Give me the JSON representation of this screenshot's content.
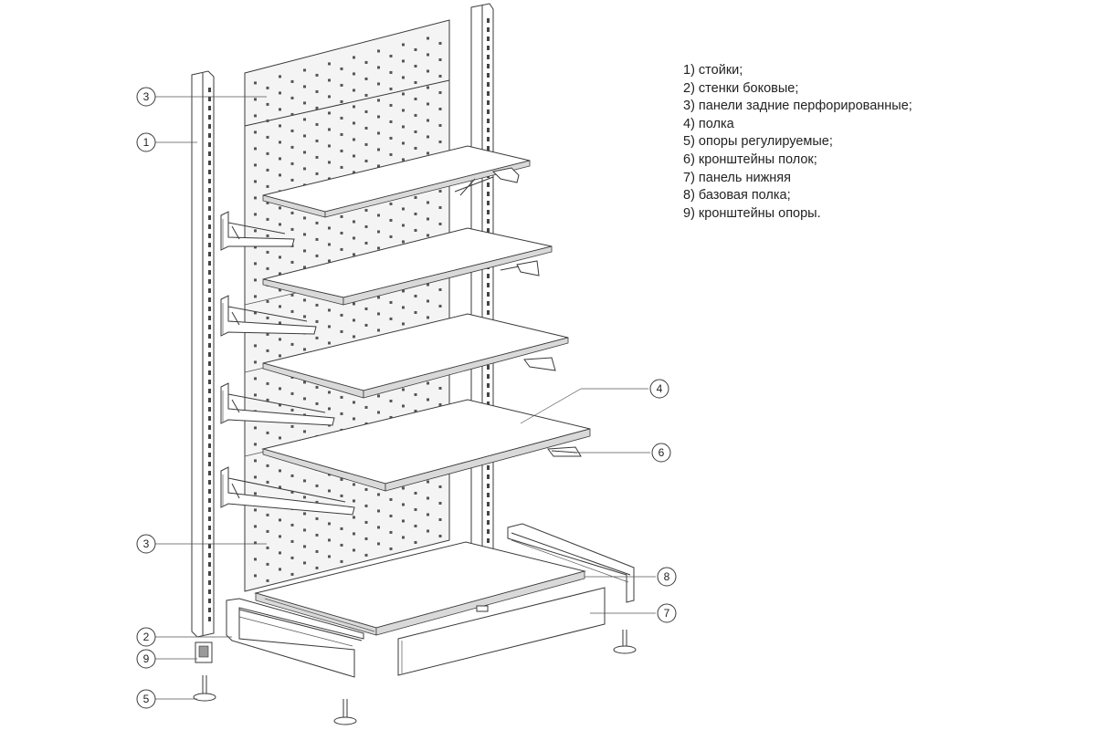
{
  "legend": {
    "items": [
      "1) стойки;",
      "2) стенки боковые;",
      "3) панели задние перфорированные;",
      "4) полка",
      "5) опоры регулируемые;",
      "6) кронштейны полок;",
      "7) панель нижняя",
      "8) базовая полка;",
      "9) кронштейны опоры."
    ]
  },
  "callouts": {
    "c1": "1",
    "c2": "2",
    "c3_top": "3",
    "c3_bottom": "3",
    "c4": "4",
    "c5": "5",
    "c6": "6",
    "c7": "7",
    "c8": "8",
    "c9": "9"
  }
}
